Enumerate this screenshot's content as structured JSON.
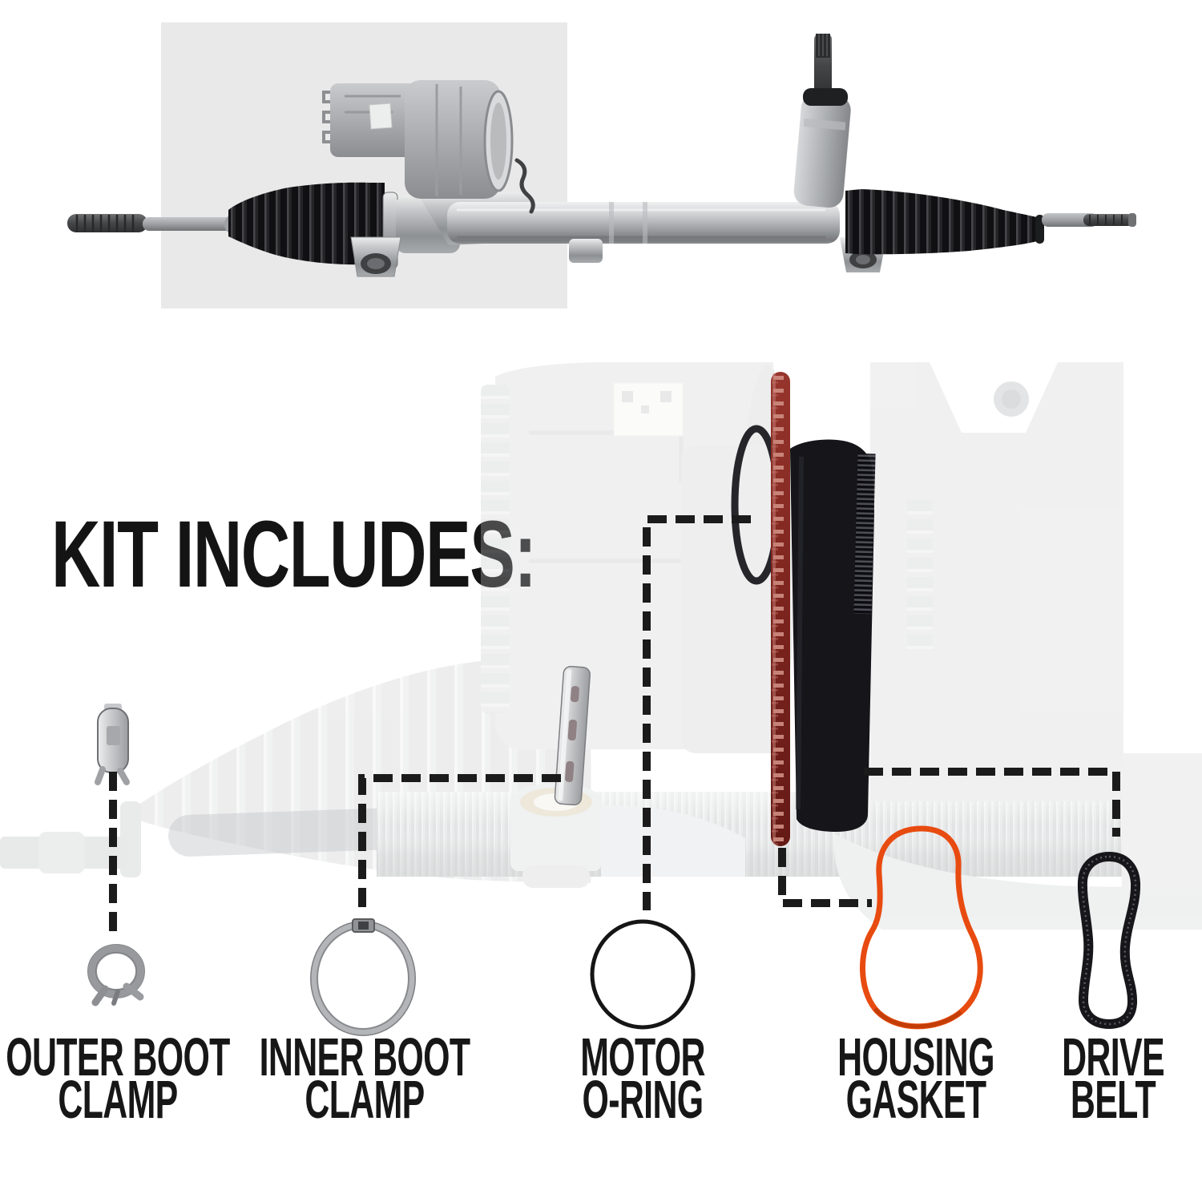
{
  "heading": {
    "text": "KIT INCLUDES:",
    "color": "#141414"
  },
  "backdrop": {
    "color": "#e9e9e9"
  },
  "hero_photo": {
    "name": "electric-power-steering-rack-assembly"
  },
  "detail_photo": {
    "name": "steering-rack-closeup-ghosted",
    "gasket_stripe_color": "#7c241e",
    "drive_belt_color": "#15151a",
    "clamp_metal_color": "#c0c2c5"
  },
  "callouts": {
    "line_color": "#1b1b1b",
    "style": "dashed"
  },
  "kit_items": [
    {
      "id": "outer-boot-clamp",
      "label_line1": "OUTER BOOT",
      "label_line2": "CLAMP",
      "part_color": "#97999c"
    },
    {
      "id": "inner-boot-clamp",
      "label_line1": "INNER BOOT",
      "label_line2": "CLAMP",
      "part_color": "#b3b5b8"
    },
    {
      "id": "motor-o-ring",
      "label_line1": "MOTOR",
      "label_line2": "O-RING",
      "part_color": "#151515"
    },
    {
      "id": "housing-gasket",
      "label_line1": "HOUSING",
      "label_line2": "GASKET",
      "part_color": "#e84b10"
    },
    {
      "id": "drive-belt",
      "label_line1": "DRIVE",
      "label_line2": "BELT",
      "part_color": "#17171b"
    }
  ]
}
